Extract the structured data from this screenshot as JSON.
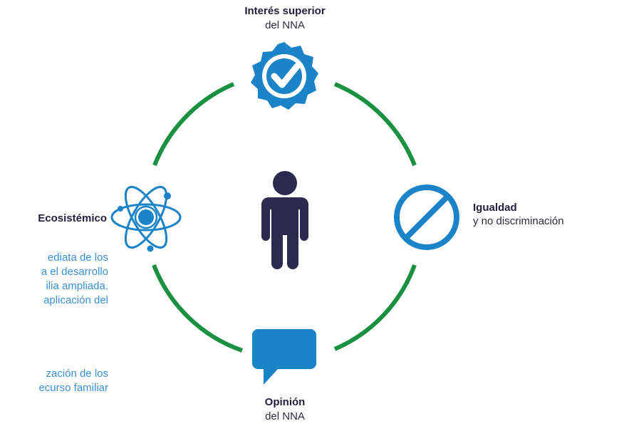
{
  "top": {
    "bold": "Interés superior",
    "light": "del NNA"
  },
  "right": {
    "bold": "Igualdad",
    "light": "y no discriminación"
  },
  "bottom": {
    "bold": "Opinión",
    "light": "del NNA"
  },
  "left": {
    "bold": "Ecosistémico"
  },
  "left_paragraph_1": [
    "ediata de los",
    "a el desarrollo",
    "ilia ampliada.",
    "aplicación del"
  ],
  "left_paragraph_2": [
    "zación de los",
    "ecurso familiar"
  ],
  "icons": {
    "top": "verified-check-badge-icon",
    "right": "prohibited-circle-icon",
    "bottom": "speech-bubble-icon",
    "left": "atom-icon",
    "center": "child-person-icon"
  },
  "colors": {
    "ring": "#1a9140",
    "icon_blue": "#1b84c9",
    "person": "#2b2a4f",
    "paragraph": "#3b8fd0"
  }
}
